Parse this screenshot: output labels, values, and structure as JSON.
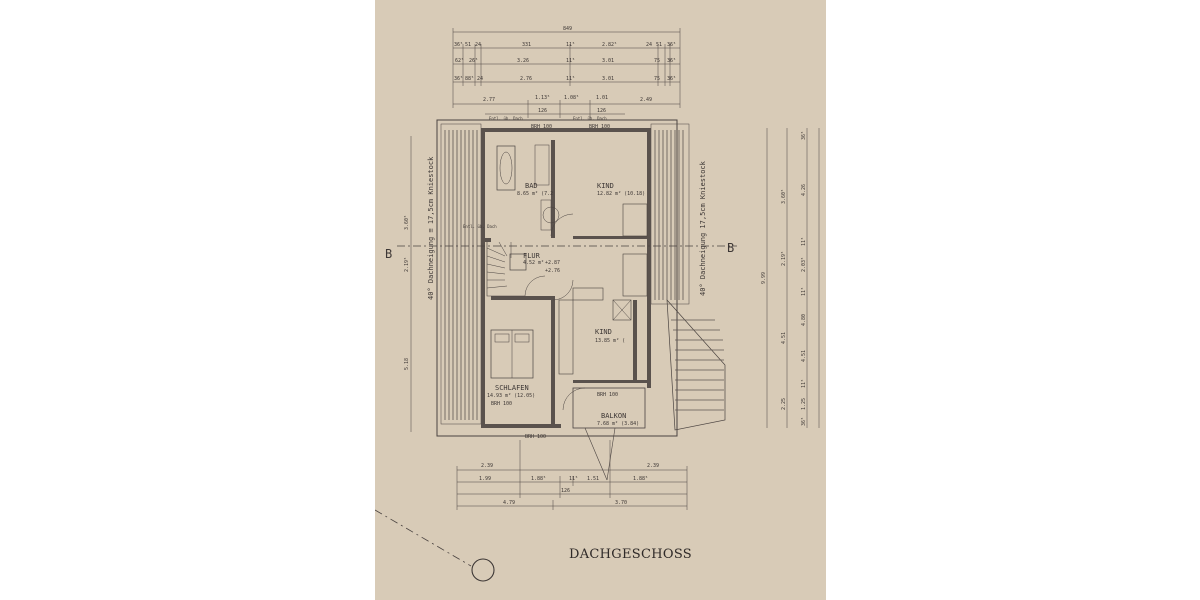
{
  "title": "DACHGESCHOSS",
  "rooms": {
    "bad": {
      "name": "BAD",
      "area": "8.65 m² (7.2"
    },
    "kind1": {
      "name": "KIND",
      "area": "12.82 m² (10.18)"
    },
    "flur": {
      "name": "FLUR",
      "area": "4.52 m²"
    },
    "kind2": {
      "name": "KIND",
      "area": "13.85 m² ("
    },
    "schlafen": {
      "name": "SCHLAFEN",
      "area": "14.93 m² (12.05)"
    },
    "balkon": {
      "name": "BALKON",
      "area": "7.68 m² (3.84)"
    }
  },
  "brh": [
    "BRH 100",
    "BRH 100",
    "BRH 100",
    "BRH 100",
    "BRH 100"
  ],
  "side_labels": {
    "left": "40° Dachneigung ≅ 17,5cm Kniestock",
    "right": "40° Dachneigung 17,5cm Kniestock"
  },
  "section_marks": [
    "B",
    "B"
  ],
  "levels": [
    "+2.87",
    "+2.76"
  ],
  "top_dims": {
    "overall": "849",
    "row1": [
      "36⁵",
      "51",
      "24",
      "331",
      "11⁵",
      "2.82⁵",
      "24",
      "51",
      "36⁵"
    ],
    "row2": [
      "62⁵",
      "26⁵",
      "3.26",
      "11⁵",
      "3.01",
      "75",
      "36⁵"
    ],
    "row3": [
      "36⁵",
      "88⁵",
      "24",
      "2.76",
      "11⁵",
      "3.01",
      "75",
      "36⁵"
    ],
    "row4": [
      "2.77",
      "1.13⁵",
      "1.08⁵",
      "1.01",
      "2.49"
    ],
    "row5": [
      "126",
      "126"
    ]
  },
  "bottom_dims": {
    "row1": [
      "2.39",
      "2.39"
    ],
    "row2": [
      "1.99",
      "1.88⁵",
      "11⁵",
      "1.51",
      "1.88⁵"
    ],
    "row3": [
      "126"
    ],
    "row4": [
      "4.79",
      "3.70"
    ]
  },
  "left_dims": [
    "3.60⁵",
    "2.19⁵",
    "5.18"
  ],
  "right_dims": {
    "overall": "9.99",
    "outer": [
      "3.60⁵",
      "2.19⁵",
      "4.51",
      "2.25"
    ],
    "inner": [
      "36⁵",
      "4.26",
      "11⁵",
      "2.03⁵",
      "11⁵",
      "4.80",
      "4.51",
      "11⁵",
      "1.25",
      "36⁵"
    ]
  },
  "misc_labels": [
    "Entl. üb. Dach",
    "Entl. üb. Dach",
    "Entl. üb. Dach"
  ]
}
